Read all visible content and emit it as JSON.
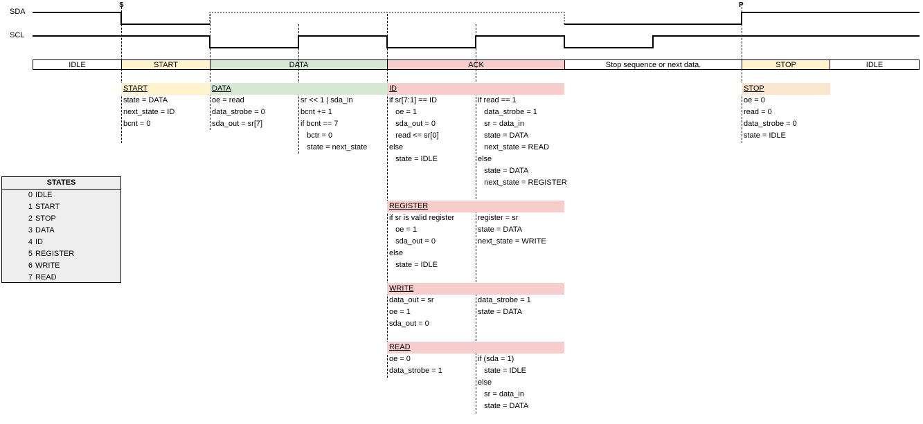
{
  "signals": {
    "sda": "SDA",
    "scl": "SCL",
    "start_marker": "S",
    "stop_marker": "P"
  },
  "phases": [
    "IDLE",
    "START",
    "DATA",
    "ACK",
    "Stop sequence or next data.",
    "STOP",
    "IDLE"
  ],
  "colors": {
    "start": "#fff2cc",
    "data": "#d5e8d4",
    "ack": "#f8cecc",
    "stop": "#fce5cd",
    "states_bg": "#eeeeee"
  },
  "blocks": {
    "start": {
      "title": "START",
      "lines": [
        "state = DATA",
        "next_state = ID",
        "bcnt = 0"
      ]
    },
    "data": {
      "title": "DATA",
      "left": [
        "oe = read",
        "data_strobe = 0",
        "sda_out = sr[7]"
      ],
      "right": [
        "sr << 1 | sda_in",
        "bcnt += 1",
        "if bcnt == 7",
        "   bctr = 0",
        "   state = next_state"
      ]
    },
    "id": {
      "title": "ID",
      "left": [
        "if sr[7:1] == ID",
        "   oe = 1",
        "   sda_out = 0",
        "   read <= sr[0]",
        "else",
        "   state = IDLE"
      ],
      "right": [
        "if read == 1",
        "   data_strobe = 1",
        "   sr = data_in",
        "   state = DATA",
        "   next_state = READ",
        "else",
        "   state = DATA",
        "   next_state = REGISTER"
      ]
    },
    "register": {
      "title": "REGISTER",
      "left": [
        "if sr is valid register",
        "   oe = 1",
        "   sda_out = 0",
        "else",
        "   state = IDLE"
      ],
      "right": [
        "register = sr",
        "state = DATA",
        "next_state = WRITE"
      ]
    },
    "write": {
      "title": "WRITE",
      "left": [
        "data_out = sr",
        "oe = 1",
        "sda_out = 0"
      ],
      "right": [
        "data_strobe = 1",
        "state = DATA"
      ]
    },
    "read": {
      "title": "READ",
      "left": [
        "oe = 0",
        "data_strobe = 1"
      ],
      "right": [
        "if (sda = 1)",
        "   state = IDLE",
        "else",
        "   sr = data_in",
        "   state = DATA"
      ]
    },
    "stop": {
      "title": "STOP",
      "lines": [
        "oe = 0",
        "read = 0",
        "data_strobe = 0",
        "state = IDLE"
      ]
    }
  },
  "states_table": {
    "title": "STATES",
    "rows": [
      {
        "num": "0",
        "name": "IDLE"
      },
      {
        "num": "1",
        "name": "START"
      },
      {
        "num": "2",
        "name": "STOP"
      },
      {
        "num": "3",
        "name": "DATA"
      },
      {
        "num": "4",
        "name": "ID"
      },
      {
        "num": "5",
        "name": "REGISTER"
      },
      {
        "num": "6",
        "name": "WRITE"
      },
      {
        "num": "7",
        "name": "READ"
      }
    ]
  }
}
